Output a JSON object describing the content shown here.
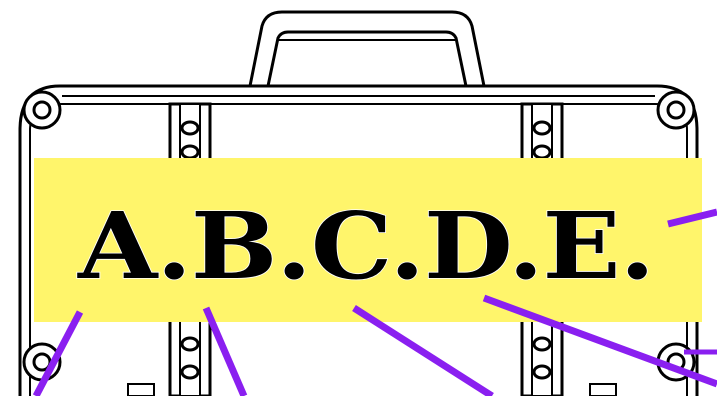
{
  "image": {
    "subject": "suitcase-illustration",
    "banner": {
      "text": "A.B.C.D.E.",
      "background_color": "#fff56b",
      "text_color": "#000000"
    },
    "pointer_lines": {
      "color": "#8a1ff0",
      "count": 6
    },
    "outline_color": "#000000"
  }
}
